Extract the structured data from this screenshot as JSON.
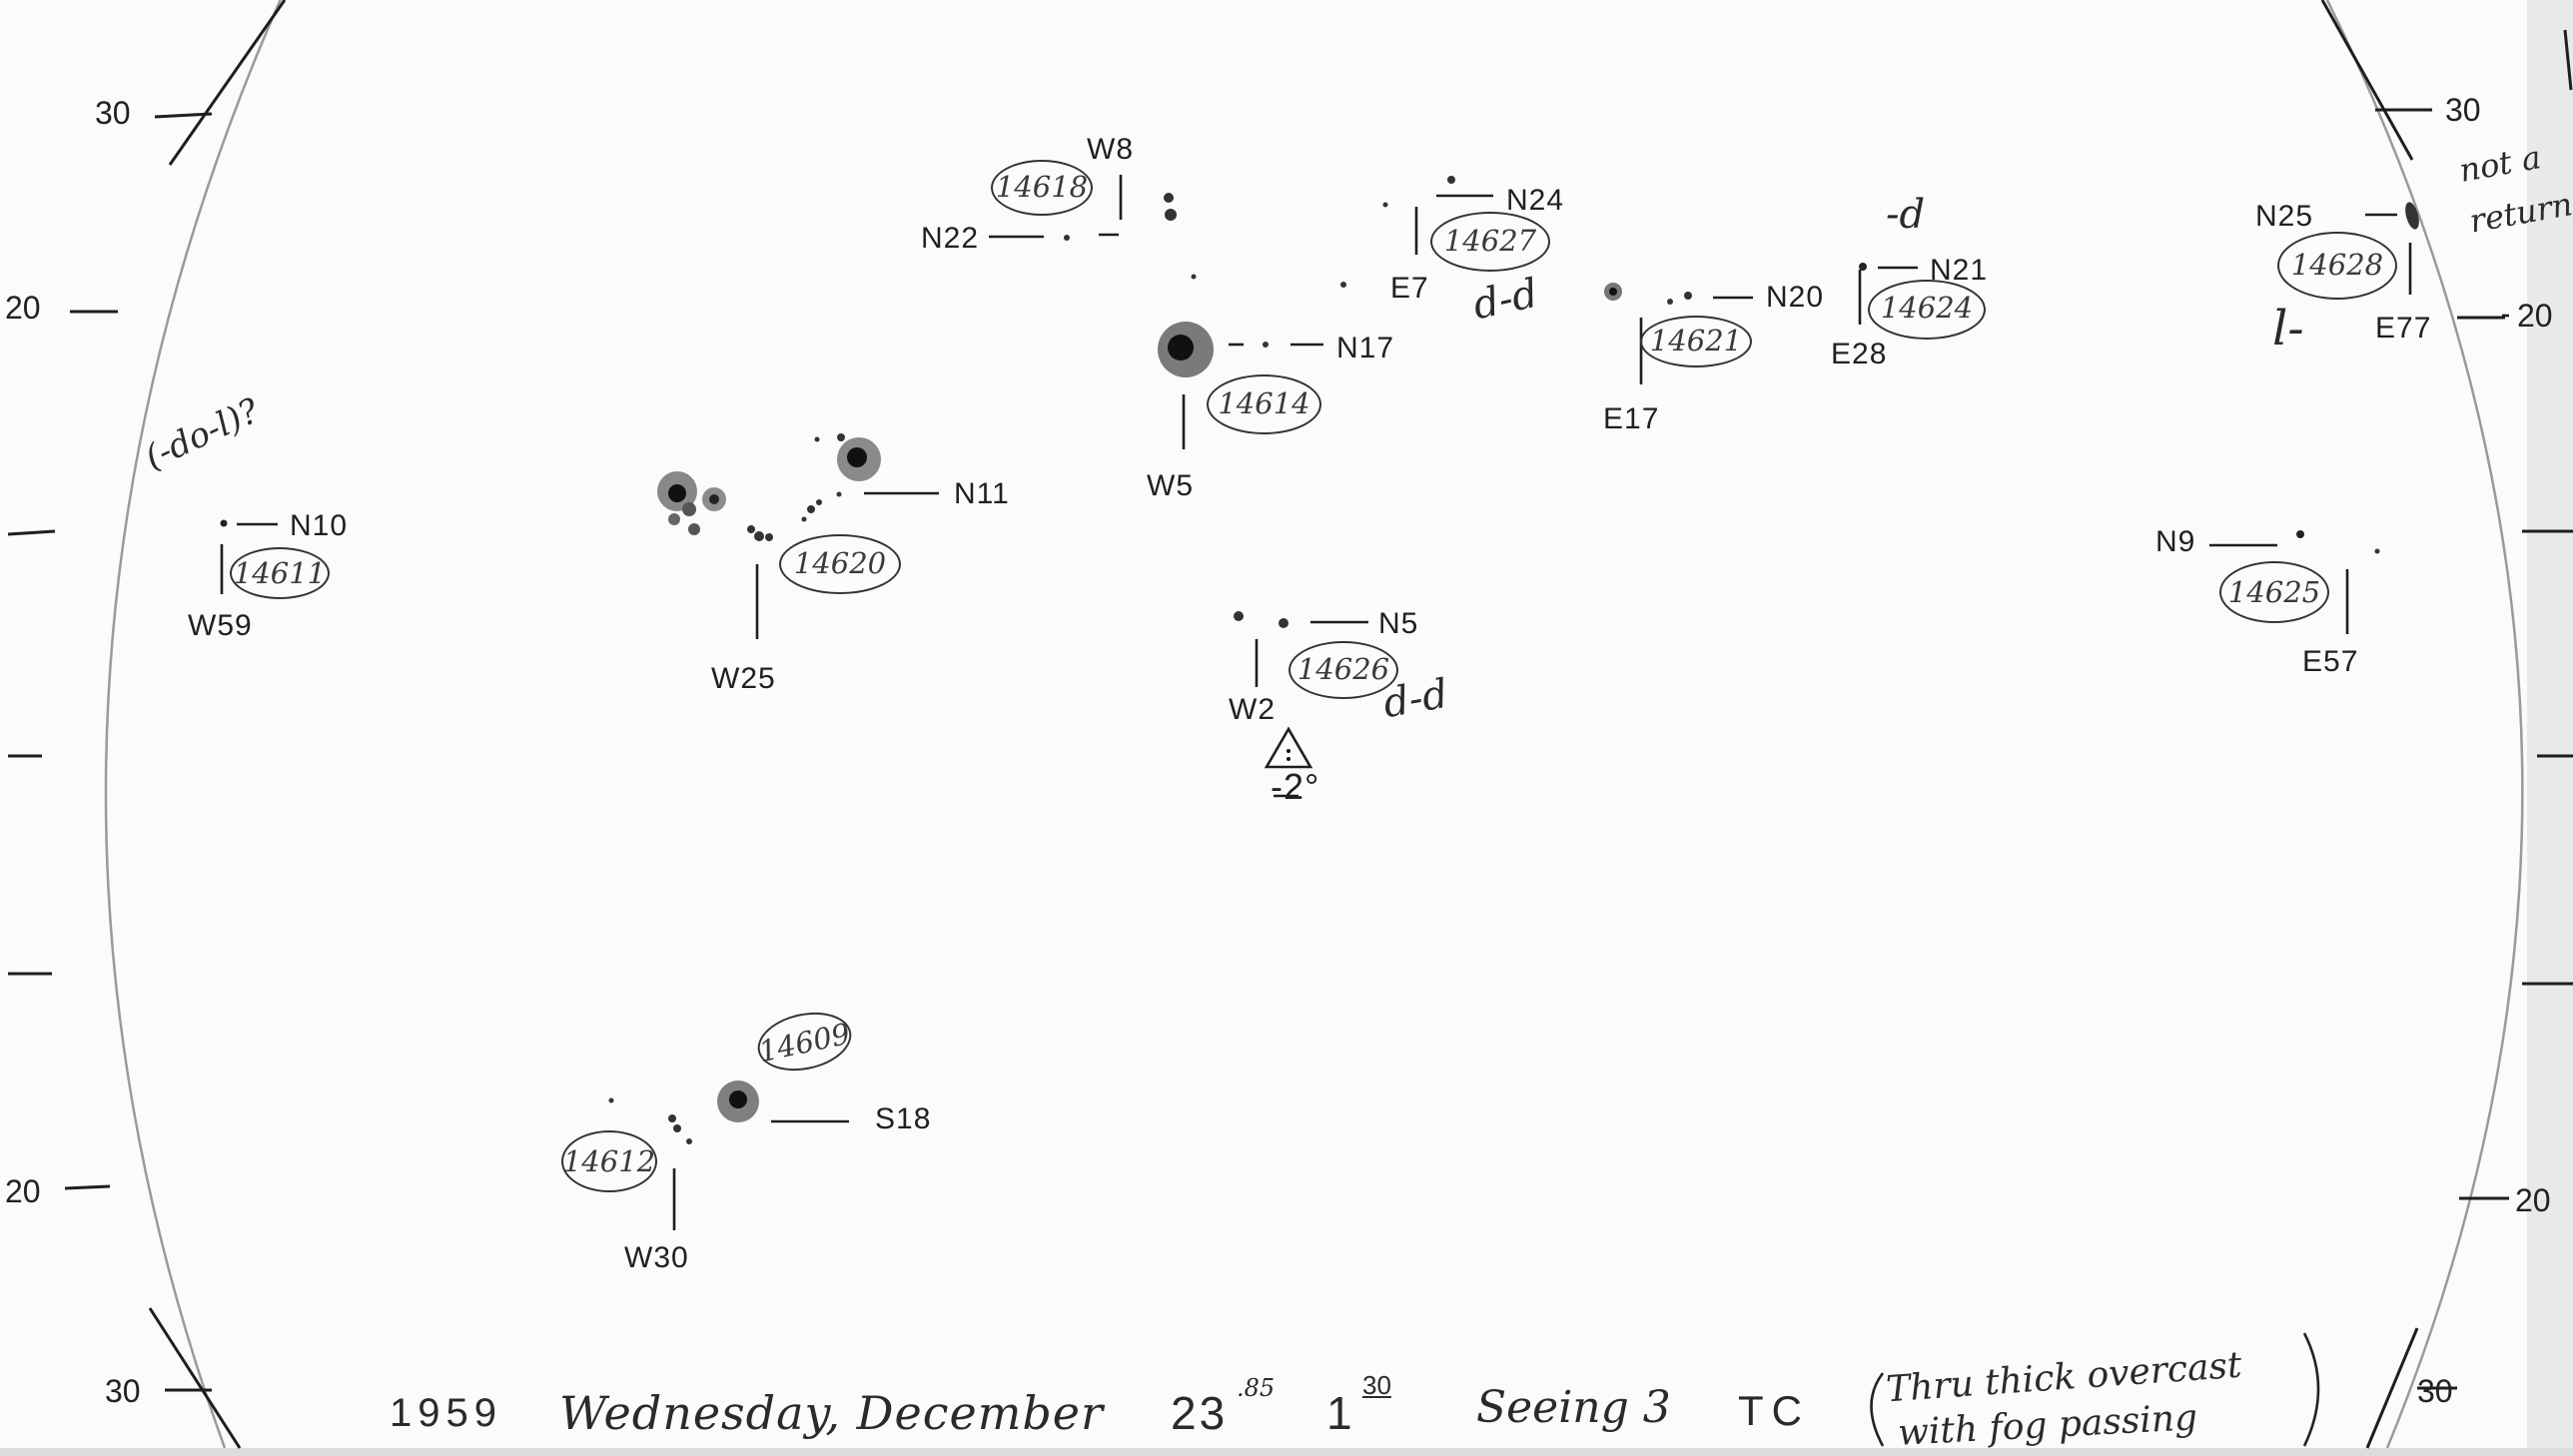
{
  "grid": {
    "left_top_30": "30",
    "left_top_20": "20",
    "left_bottom_20": "20",
    "left_bottom_30": "30",
    "right_top_30": "30",
    "right_top_20": "20",
    "right_bottom_20": "20",
    "right_bottom_30": "30"
  },
  "regions": {
    "r14611": {
      "number": "14611",
      "lat": "N10",
      "lon": "W59",
      "note": "(-do-l)?"
    },
    "r14620": {
      "number": "14620",
      "lat": "N11",
      "lon": "W25"
    },
    "r14618": {
      "number": "14618",
      "lat": "N22",
      "lon": "W8"
    },
    "r14614": {
      "number": "14614",
      "lat": "N17",
      "lon": "W5"
    },
    "r14627": {
      "number": "14627",
      "lat": "N24",
      "lon": "E7",
      "note": "d-d"
    },
    "r14621": {
      "number": "14621",
      "lat": "N20",
      "lon": "E17"
    },
    "r14624": {
      "number": "14624",
      "lat": "N21",
      "lon": "E28",
      "note": "-d"
    },
    "r14628": {
      "number": "14628",
      "lat": "N25",
      "lon": "E77",
      "note": "l-",
      "side_note_1": "not a",
      "side_note_2": "returni"
    },
    "r14625": {
      "number": "14625",
      "lat": "N9",
      "lon": "E57"
    },
    "r14626": {
      "number": "14626",
      "lat": "N5",
      "lon": "W2",
      "note": "d-d",
      "marker": "-2°"
    },
    "r14609": {
      "number": "14609",
      "lat": "S18"
    },
    "r14612": {
      "number": "14612",
      "lon": "W30"
    }
  },
  "footer": {
    "year": "1959",
    "day": "Wednesday, December",
    "date": "23",
    "date_sup": ".85",
    "time": "1",
    "time_sup": "30",
    "seeing": "Seeing 3",
    "tc": "TC",
    "note_line1": "Thru thick overcast",
    "note_line2": "with fog passing"
  }
}
